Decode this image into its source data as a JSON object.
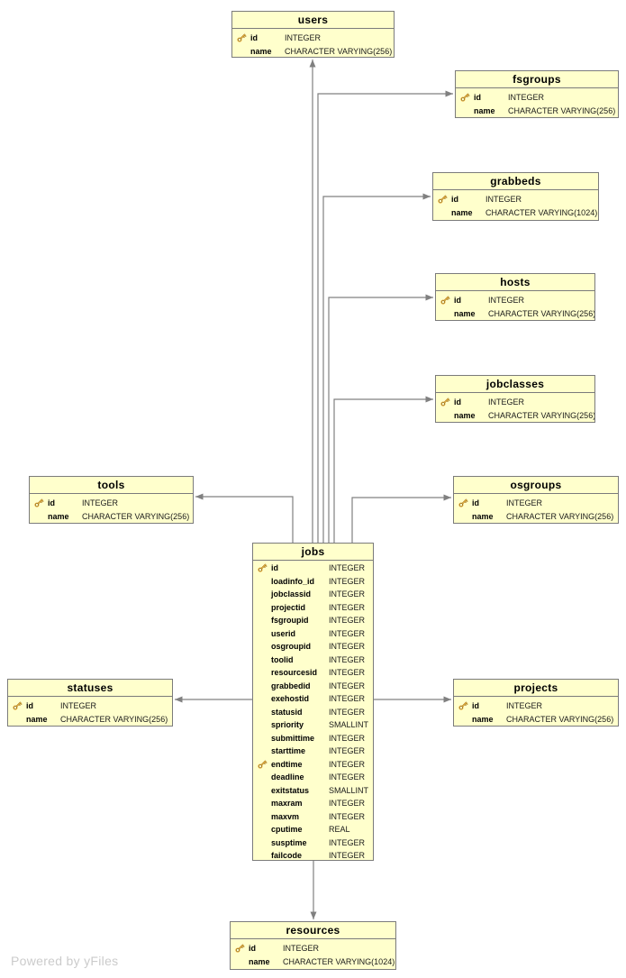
{
  "watermark": "Powered by yFiles",
  "colors": {
    "table_fill": "#FFFFCC",
    "table_border": "#7B7B7B",
    "connector": "#808080",
    "key_icon_gold": "#E8AE3C",
    "watermark_text": "#CBCBCB"
  },
  "tables": {
    "users": {
      "title": "users",
      "fields": [
        {
          "key": true,
          "name": "id",
          "type": "INTEGER"
        },
        {
          "key": false,
          "name": "name",
          "type": "CHARACTER VARYING(256)"
        }
      ]
    },
    "fsgroups": {
      "title": "fsgroups",
      "fields": [
        {
          "key": true,
          "name": "id",
          "type": "INTEGER"
        },
        {
          "key": false,
          "name": "name",
          "type": "CHARACTER VARYING(256)"
        }
      ]
    },
    "grabbeds": {
      "title": "grabbeds",
      "fields": [
        {
          "key": true,
          "name": "id",
          "type": "INTEGER"
        },
        {
          "key": false,
          "name": "name",
          "type": "CHARACTER VARYING(1024)"
        }
      ]
    },
    "hosts": {
      "title": "hosts",
      "fields": [
        {
          "key": true,
          "name": "id",
          "type": "INTEGER"
        },
        {
          "key": false,
          "name": "name",
          "type": "CHARACTER VARYING(256)"
        }
      ]
    },
    "jobclasses": {
      "title": "jobclasses",
      "fields": [
        {
          "key": true,
          "name": "id",
          "type": "INTEGER"
        },
        {
          "key": false,
          "name": "name",
          "type": "CHARACTER VARYING(256)"
        }
      ]
    },
    "tools": {
      "title": "tools",
      "fields": [
        {
          "key": true,
          "name": "id",
          "type": "INTEGER"
        },
        {
          "key": false,
          "name": "name",
          "type": "CHARACTER VARYING(256)"
        }
      ]
    },
    "osgroups": {
      "title": "osgroups",
      "fields": [
        {
          "key": true,
          "name": "id",
          "type": "INTEGER"
        },
        {
          "key": false,
          "name": "name",
          "type": "CHARACTER VARYING(256)"
        }
      ]
    },
    "jobs": {
      "title": "jobs",
      "fields": [
        {
          "key": true,
          "name": "id",
          "type": "INTEGER"
        },
        {
          "key": false,
          "name": "loadinfo_id",
          "type": "INTEGER"
        },
        {
          "key": false,
          "name": "jobclassid",
          "type": "INTEGER"
        },
        {
          "key": false,
          "name": "projectid",
          "type": "INTEGER"
        },
        {
          "key": false,
          "name": "fsgroupid",
          "type": "INTEGER"
        },
        {
          "key": false,
          "name": "userid",
          "type": "INTEGER"
        },
        {
          "key": false,
          "name": "osgroupid",
          "type": "INTEGER"
        },
        {
          "key": false,
          "name": "toolid",
          "type": "INTEGER"
        },
        {
          "key": false,
          "name": "resourcesid",
          "type": "INTEGER"
        },
        {
          "key": false,
          "name": "grabbedid",
          "type": "INTEGER"
        },
        {
          "key": false,
          "name": "exehostid",
          "type": "INTEGER"
        },
        {
          "key": false,
          "name": "statusid",
          "type": "INTEGER"
        },
        {
          "key": false,
          "name": "spriority",
          "type": "SMALLINT"
        },
        {
          "key": false,
          "name": "submittime",
          "type": "INTEGER"
        },
        {
          "key": false,
          "name": "starttime",
          "type": "INTEGER"
        },
        {
          "key": true,
          "name": "endtime",
          "type": "INTEGER"
        },
        {
          "key": false,
          "name": "deadline",
          "type": "INTEGER"
        },
        {
          "key": false,
          "name": "exitstatus",
          "type": "SMALLINT"
        },
        {
          "key": false,
          "name": "maxram",
          "type": "INTEGER"
        },
        {
          "key": false,
          "name": "maxvm",
          "type": "INTEGER"
        },
        {
          "key": false,
          "name": "cputime",
          "type": "REAL"
        },
        {
          "key": false,
          "name": "susptime",
          "type": "INTEGER"
        },
        {
          "key": false,
          "name": "failcode",
          "type": "INTEGER"
        }
      ]
    },
    "statuses": {
      "title": "statuses",
      "fields": [
        {
          "key": true,
          "name": "id",
          "type": "INTEGER"
        },
        {
          "key": false,
          "name": "name",
          "type": "CHARACTER VARYING(256)"
        }
      ]
    },
    "projects": {
      "title": "projects",
      "fields": [
        {
          "key": true,
          "name": "id",
          "type": "INTEGER"
        },
        {
          "key": false,
          "name": "name",
          "type": "CHARACTER VARYING(256)"
        }
      ]
    },
    "resources": {
      "title": "resources",
      "fields": [
        {
          "key": true,
          "name": "id",
          "type": "INTEGER"
        },
        {
          "key": false,
          "name": "name",
          "type": "CHARACTER VARYING(1024)"
        }
      ]
    }
  },
  "relationships": [
    {
      "from": "jobs",
      "to": "users"
    },
    {
      "from": "jobs",
      "to": "fsgroups"
    },
    {
      "from": "jobs",
      "to": "grabbeds"
    },
    {
      "from": "jobs",
      "to": "hosts"
    },
    {
      "from": "jobs",
      "to": "jobclasses"
    },
    {
      "from": "jobs",
      "to": "tools"
    },
    {
      "from": "jobs",
      "to": "osgroups"
    },
    {
      "from": "jobs",
      "to": "statuses"
    },
    {
      "from": "jobs",
      "to": "projects"
    },
    {
      "from": "jobs",
      "to": "resources"
    }
  ]
}
